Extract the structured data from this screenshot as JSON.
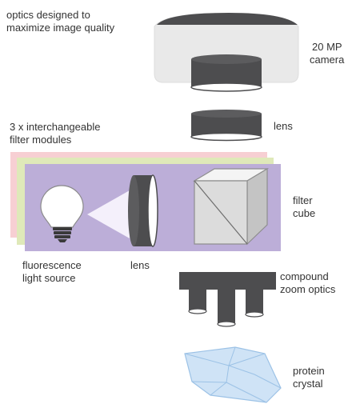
{
  "labels": {
    "optics": [
      "optics designed to",
      "maximize image quality"
    ],
    "camera": [
      "20 MP",
      "camera"
    ],
    "lens_top": "lens",
    "filter_modules": [
      "3 x interchangeable",
      "filter modules"
    ],
    "filter_cube": [
      "filter",
      "cube"
    ],
    "light_source": [
      "fluorescence",
      "light source"
    ],
    "lens_side": "lens",
    "zoom_optics": [
      "compound",
      "zoom optics"
    ],
    "crystal": [
      "protein",
      "crystal"
    ]
  },
  "colors": {
    "camera_body": "#e9e9e9",
    "dark_gray": "#4d4d4f",
    "module_pink": "#f7cfd3",
    "module_green": "#dfe9b9",
    "module_purple": "#bcaed8",
    "cube": "#dcdcdc",
    "crystal": "#cfe3f6",
    "crystal_edge": "#9cc2e6"
  }
}
